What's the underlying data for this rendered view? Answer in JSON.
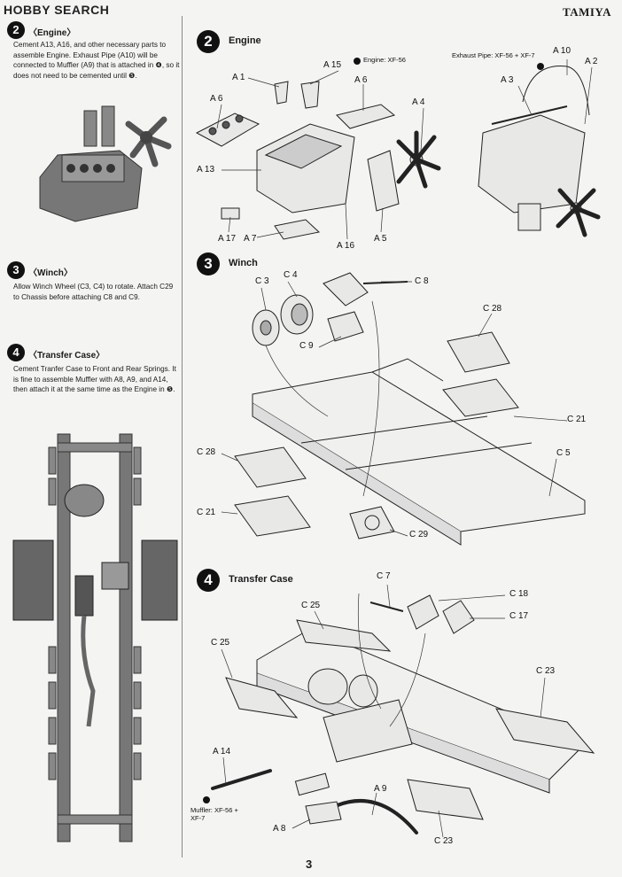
{
  "header": {
    "logo": "HOBBY SEARCH",
    "brand": "TAMIYA"
  },
  "page_number": "3",
  "left_notes": [
    {
      "num": "2",
      "title": "〈Engine〉",
      "text": "Cement A13, A16, and other necessary parts to assemble Engine. Exhaust Pipe (A10) will be connected to Muffler (A9) that is attached in ❹, so it does not need to be cemented until ❺."
    },
    {
      "num": "3",
      "title": "〈Winch〉",
      "text": "Allow Winch Wheel (C3, C4) to rotate. Attach C29 to Chassis before attaching C8 and C9."
    },
    {
      "num": "4",
      "title": "〈Transfer Case〉",
      "text": "Cement Tranfer Case to Front and Rear Springs. It is fine to assemble Muffler with A8, A9, and A14, then attach it at the same time as the Engine in ❺."
    }
  ],
  "steps": {
    "engine": {
      "num": "2",
      "title": "Engine",
      "paint_engine": "Engine: XF-56",
      "paint_exhaust": "Exhaust Pipe: XF-56 + XF-7",
      "labels": {
        "a1": "A 1",
        "a15": "A 15",
        "a6a": "A 6",
        "a6b": "A 6",
        "a4": "A 4",
        "a13": "A 13",
        "a17": "A 17",
        "a7": "A 7",
        "a16": "A 16",
        "a5": "A 5",
        "a10": "A 10",
        "a2": "A 2",
        "a3": "A 3"
      }
    },
    "winch": {
      "num": "3",
      "title": "Winch",
      "labels": {
        "c3": "C 3",
        "c4": "C 4",
        "c8": "C 8",
        "c9": "C 9",
        "c28a": "C 28",
        "c28b": "C 28",
        "c21a": "C 21",
        "c21b": "C 21",
        "c5": "C 5",
        "c29": "C 29"
      }
    },
    "transfer": {
      "num": "4",
      "title": "Transfer Case",
      "muffler_paint": "Muffler: XF-56 + XF-7",
      "labels": {
        "c7": "C 7",
        "c18": "C 18",
        "c17": "C 17",
        "c25a": "C 25",
        "c25b": "C 25",
        "c23a": "C 23",
        "c23b": "C 23",
        "a14": "A 14",
        "a9": "A 9",
        "a8": "A 8"
      }
    }
  }
}
